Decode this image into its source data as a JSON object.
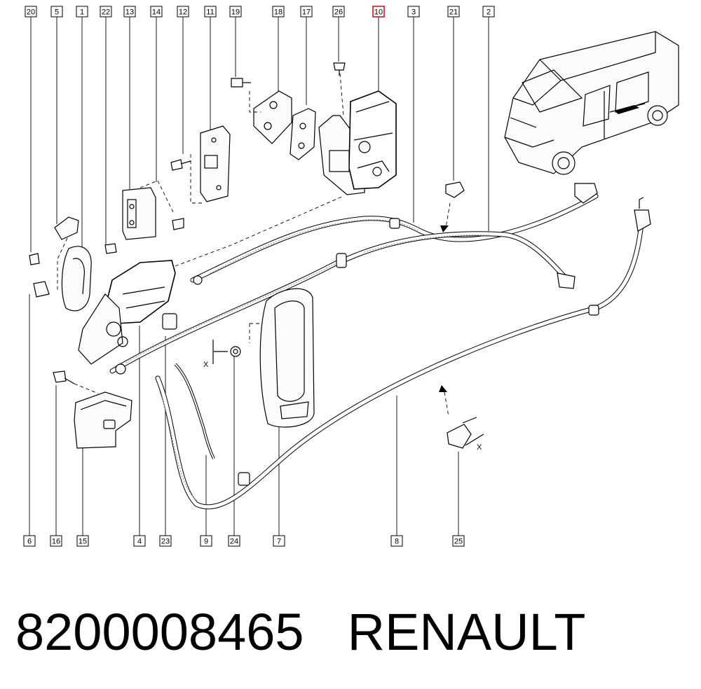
{
  "diagram": {
    "callouts_top": [
      "20",
      "5",
      "1",
      "22",
      "13",
      "14",
      "12",
      "11",
      "19",
      "18",
      "17",
      "26",
      "10",
      "3",
      "21",
      "2"
    ],
    "callouts_bottom": [
      "6",
      "16",
      "15",
      "4",
      "23",
      "9",
      "24",
      "7",
      "8",
      "25"
    ],
    "highlighted_callout": "10",
    "highlight_color": "#d21b1b",
    "dimension_marks": [
      "X",
      "X"
    ]
  },
  "footer": {
    "part_number": "8200008465",
    "brand": "RENAULT"
  }
}
